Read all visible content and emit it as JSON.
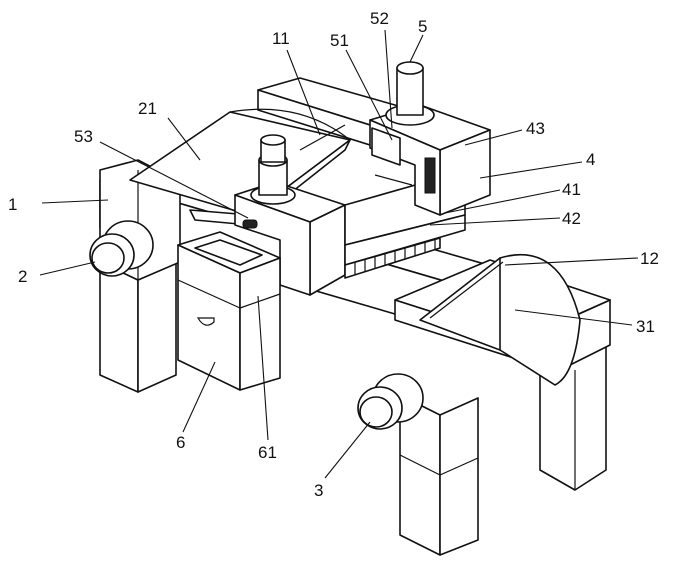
{
  "callouts": [
    {
      "id": "1",
      "text": "1"
    },
    {
      "id": "2",
      "text": "2"
    },
    {
      "id": "3",
      "text": "3"
    },
    {
      "id": "4",
      "text": "4"
    },
    {
      "id": "5",
      "text": "5"
    },
    {
      "id": "6",
      "text": "6"
    },
    {
      "id": "11",
      "text": "11"
    },
    {
      "id": "12",
      "text": "12"
    },
    {
      "id": "21",
      "text": "21"
    },
    {
      "id": "31",
      "text": "31"
    },
    {
      "id": "41",
      "text": "41"
    },
    {
      "id": "42",
      "text": "42"
    },
    {
      "id": "43",
      "text": "43"
    },
    {
      "id": "51",
      "text": "51"
    },
    {
      "id": "52",
      "text": "52"
    },
    {
      "id": "53",
      "text": "53"
    },
    {
      "id": "61",
      "text": "61"
    }
  ]
}
